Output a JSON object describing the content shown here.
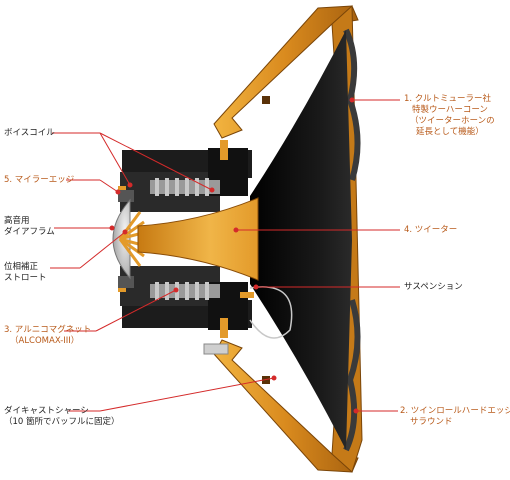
{
  "colors": {
    "gold": "#e39a2a",
    "gold_dark": "#9a5a10",
    "cone": "#141414",
    "leader_line": "#d42a2a",
    "label_text": "#222222",
    "label_accent": "#b85a1a"
  },
  "labels": {
    "cone_material": {
      "line1": "1. クルトミューラー社",
      "line2": "特製ウーハーコーン",
      "line3": "（ツイーターホーンの",
      "line4": "延長として機能）"
    },
    "voice_coil": "ボイスコイル",
    "mylar_edge": "5. マイラーエッジ",
    "tweeter_diaphragm": {
      "line1": "高音用",
      "line2": "ダイアフラム"
    },
    "phase_plug": {
      "line1": "位相補正",
      "line2": "ストロート"
    },
    "tweeter": "4. ツイーター",
    "suspension": "サスペンション",
    "alnico_magnet": {
      "line1": "3. アルニコマグネット",
      "line2": "（ALCOMAX-III）"
    },
    "die_cast_frame": {
      "line1": "ダイキャストシャーシ",
      "line2": "（10 箇所でバッフルに固定）"
    },
    "twin_roll_edge": {
      "line1": "2. ツインロールハードエッジ",
      "line2": "サラウンド"
    }
  }
}
